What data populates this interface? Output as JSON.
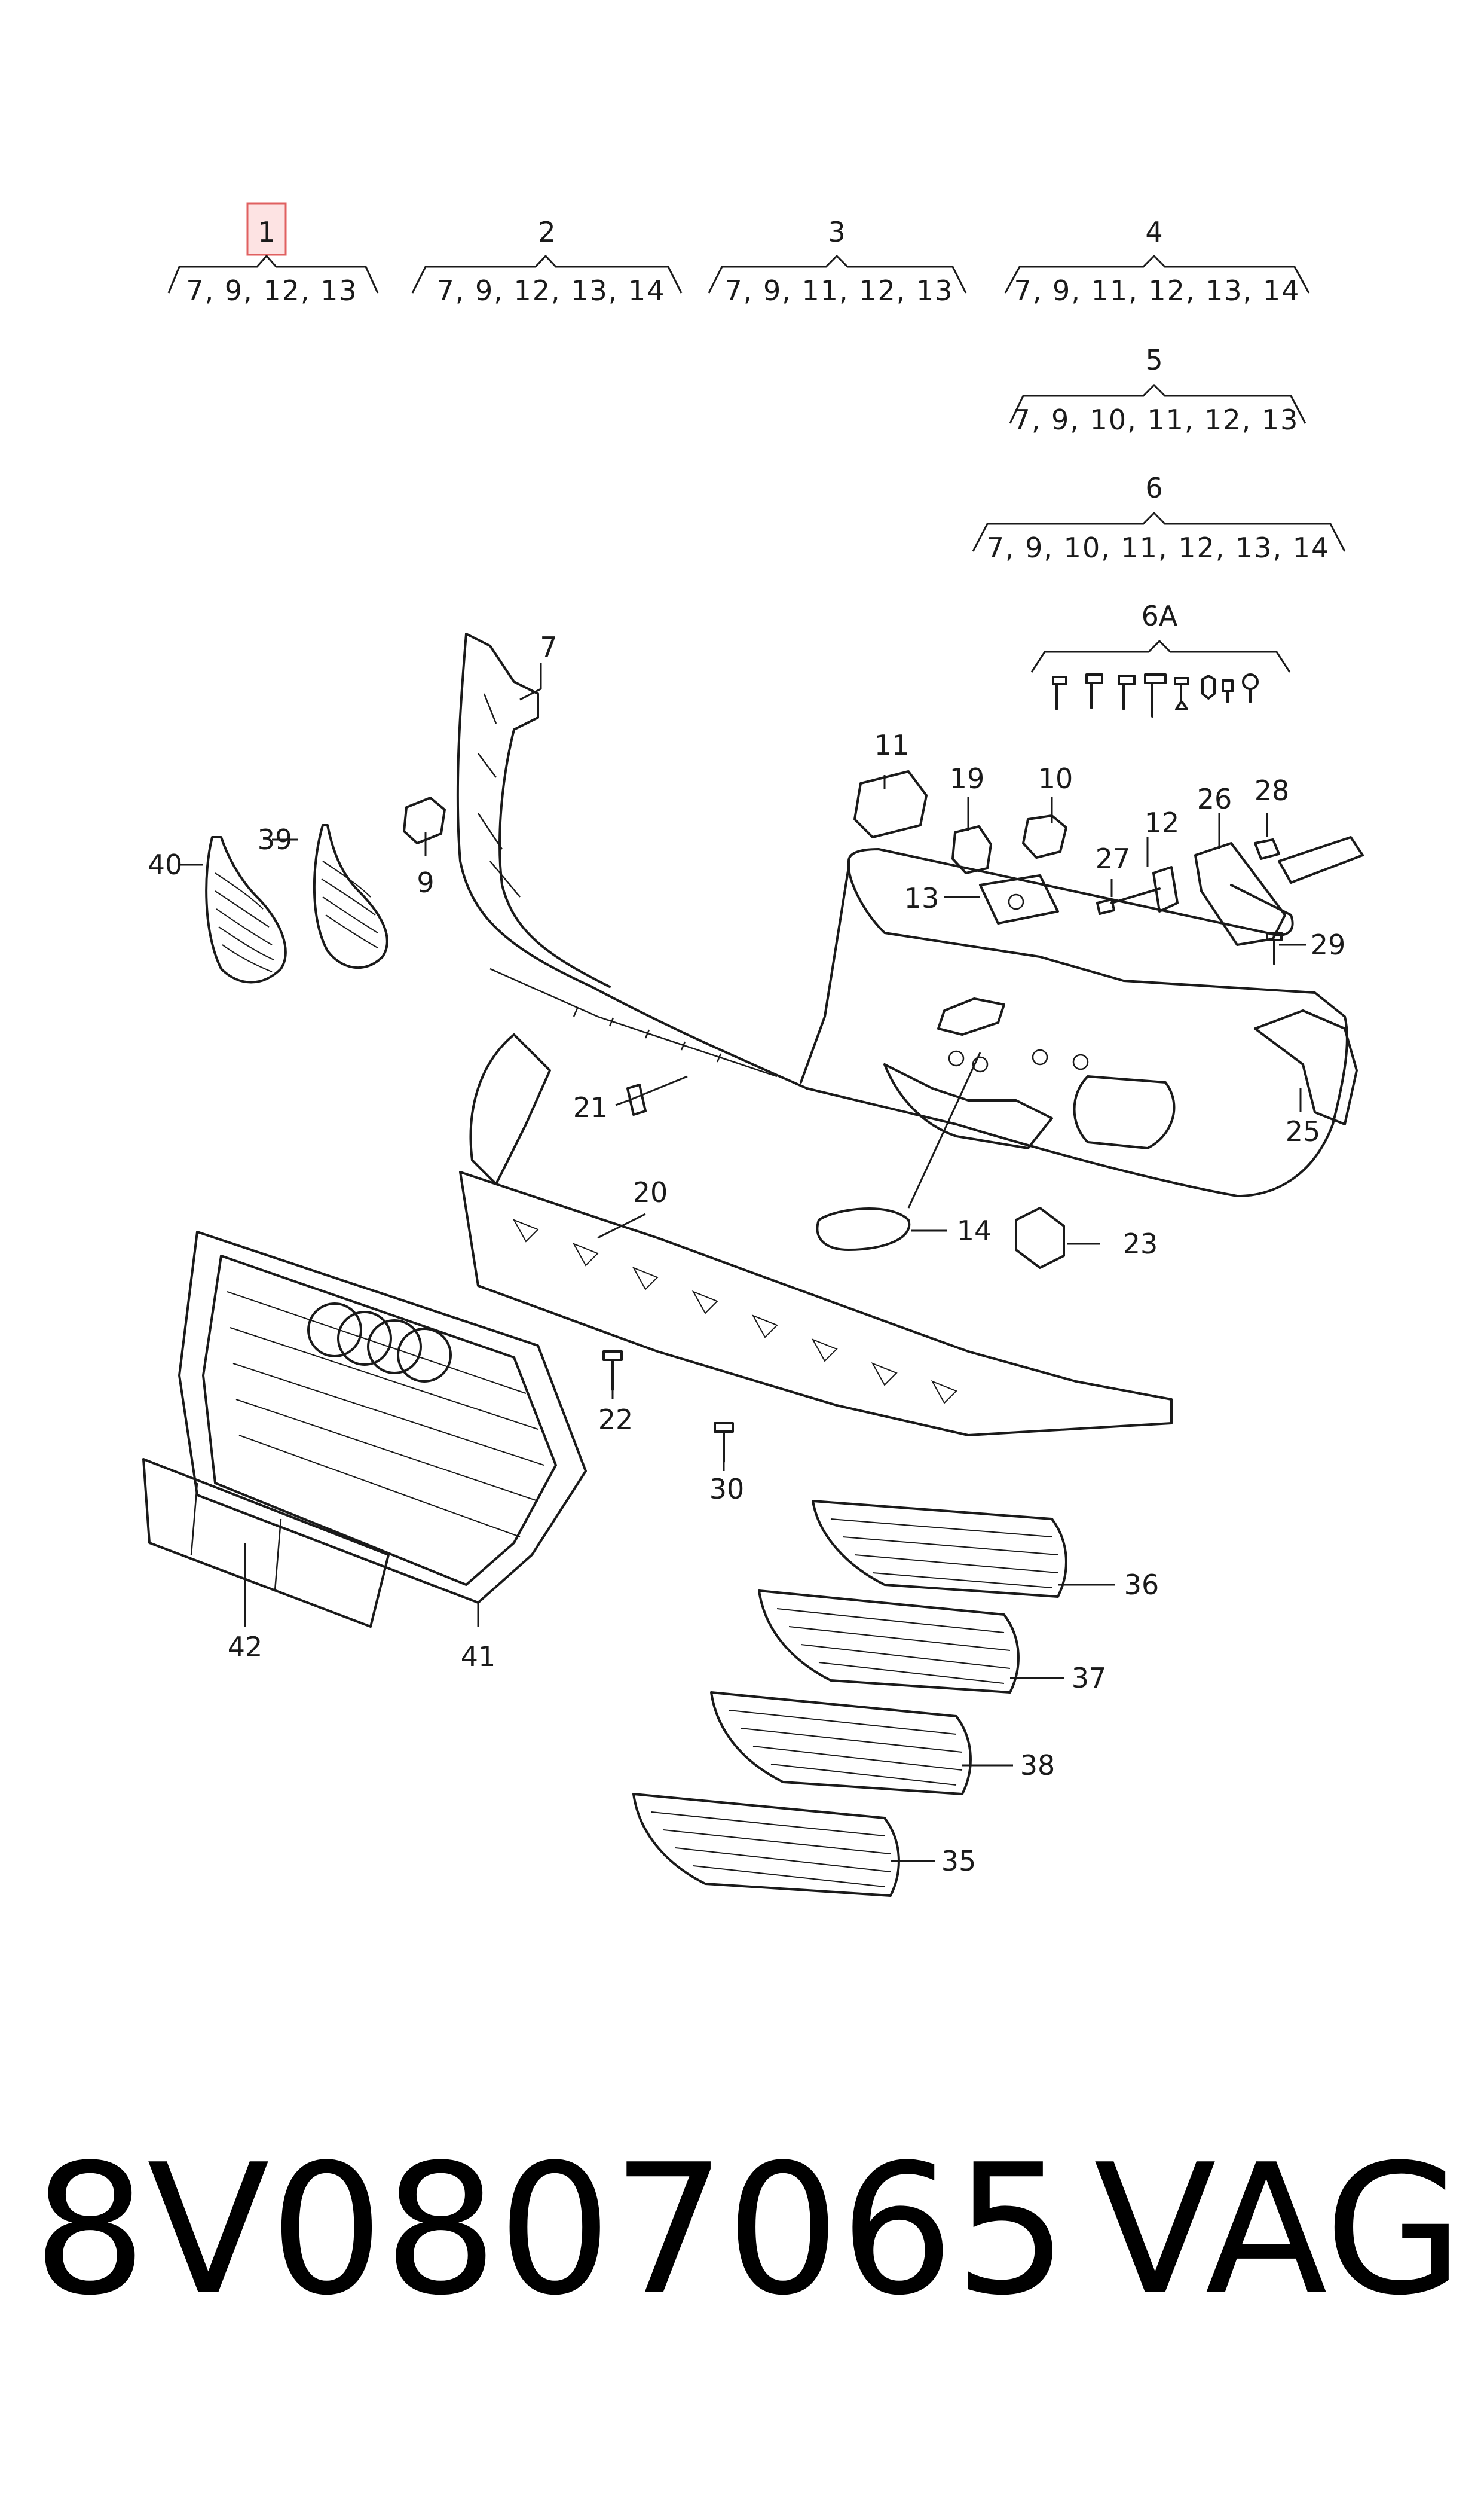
{
  "assemblies": [
    {
      "id": "1",
      "subparts": "7, 9, 12, 13",
      "highlighted": true
    },
    {
      "id": "2",
      "subparts": "7, 9, 12, 13, 14",
      "highlighted": false
    },
    {
      "id": "3",
      "subparts": "7, 9, 11, 12, 13",
      "highlighted": false
    },
    {
      "id": "4",
      "subparts": "7, 9, 11, 12, 13, 14",
      "highlighted": false
    },
    {
      "id": "5",
      "subparts": "7, 9, 10, 11, 12, 13",
      "highlighted": false
    },
    {
      "id": "6",
      "subparts": "7, 9, 10, 11, 12, 13, 14",
      "highlighted": false
    },
    {
      "id": "6A",
      "subparts": "",
      "highlighted": false
    }
  ],
  "callouts": {
    "c7": "7",
    "c9": "9",
    "c10": "10",
    "c11": "11",
    "c12": "12",
    "c13": "13",
    "c14": "14",
    "c19": "19",
    "c20": "20",
    "c21": "21",
    "c22": "22",
    "c23": "23",
    "c25": "25",
    "c26": "26",
    "c27": "27",
    "c28": "28",
    "c29": "29",
    "c30": "30",
    "c35": "35",
    "c36": "36",
    "c37": "37",
    "c38": "38",
    "c39": "39",
    "c40": "40",
    "c41": "41",
    "c42": "42"
  },
  "colors": {
    "highlight_fill": "#fde3e3",
    "highlight_stroke": "#e06060",
    "line": "#1a1a1a"
  },
  "footer": {
    "part_number": "8V0807065",
    "brand": "VAG"
  }
}
